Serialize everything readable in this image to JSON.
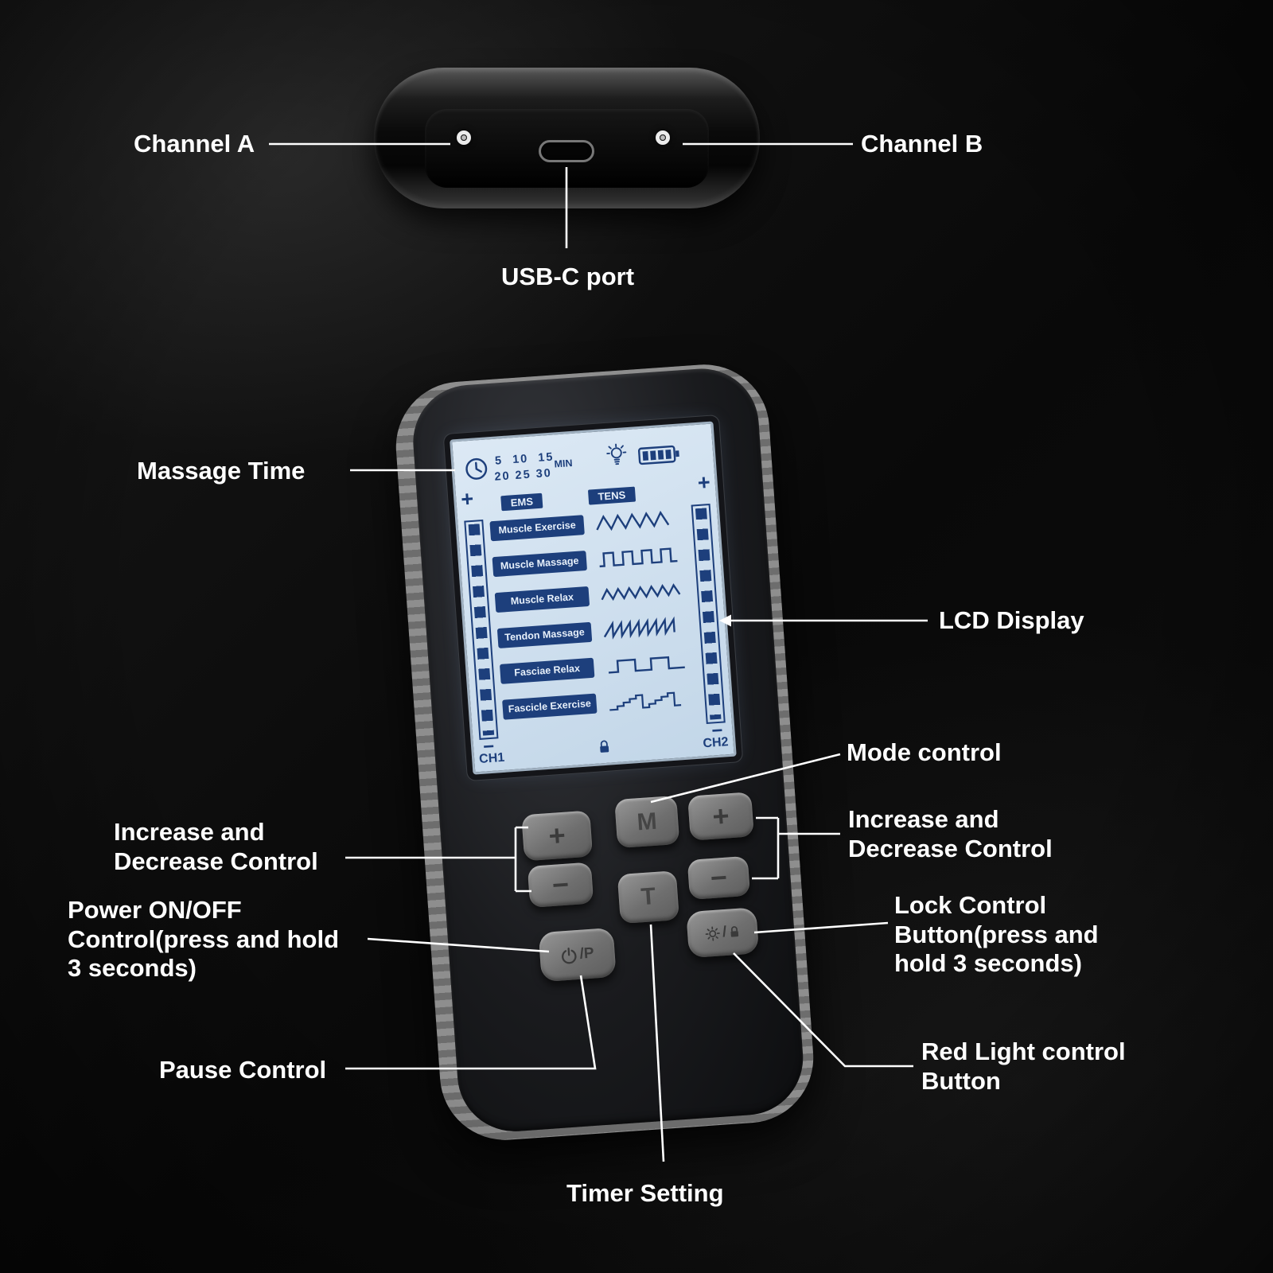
{
  "title": "TENS EMS massage device annotated diagram",
  "colors": {
    "background": "#0b0b0b",
    "lcd_background": "#cfe0ef",
    "lcd_ink": "#1d3f7c",
    "callout_text": "#ffffff",
    "button_gray": "#7d7d7d"
  },
  "callouts": {
    "channel_a": "Channel A",
    "channel_b": "Channel B",
    "usb_c_port": "USB-C port",
    "massage_time": "Massage Time",
    "lcd_display": "LCD Display",
    "mode_control": "Mode control",
    "increase_decrease_left": "Increase and\nDecrease Control",
    "increase_decrease_right": "Increase and\nDecrease Control",
    "power_on_off": "Power ON/OFF\nControl(press and hold\n3 seconds)",
    "lock_control": "Lock Control\nButton(press and\nhold 3 seconds)",
    "pause_control": "Pause Control",
    "red_light": "Red Light control\nButton",
    "timer_setting": "Timer Setting"
  },
  "lcd": {
    "minutes_row1": "5  10  15",
    "minutes_row2": "20 25 30",
    "minutes_unit": "MIN",
    "ems_label": "EMS",
    "tens_label": "TENS",
    "intensity_plus_left": "+",
    "intensity_plus_right": "+",
    "intensity_minus_left": "−",
    "intensity_minus_right": "−",
    "channel_1": "CH1",
    "channel_2": "CH2",
    "modes": [
      {
        "name": "Muscle Exercise",
        "waveform": "zigzag"
      },
      {
        "name": "Muscle Massage",
        "waveform": "square"
      },
      {
        "name": "Muscle Relax",
        "waveform": "small-zigzag"
      },
      {
        "name": "Tendon Massage",
        "waveform": "sawtooth"
      },
      {
        "name": "Fasciae Relax",
        "waveform": "pulse"
      },
      {
        "name": "Fascicle Exercise",
        "waveform": "steps"
      }
    ]
  },
  "device_buttons": {
    "increase_ch1": "+",
    "increase_ch2": "+",
    "decrease_ch1": "−",
    "decrease_ch2": "−",
    "mode": "M",
    "timer": "T",
    "power_pause": "/P",
    "light_lock": "/"
  }
}
